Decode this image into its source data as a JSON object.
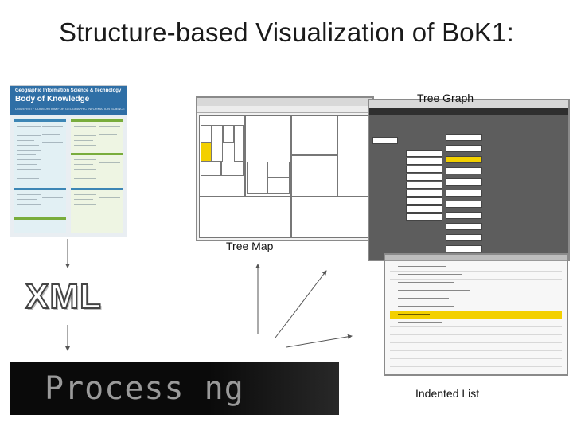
{
  "title": "Structure-based Visualization of BoK1:",
  "labels": {
    "tree_graph": "Tree Graph",
    "tree_map": "Tree Map",
    "indented_list": "Indented List",
    "xml": "XML",
    "processing": "Process ng"
  },
  "poster": {
    "top_line": "Geographic Information Science & Technology",
    "main_title": "Body of Knowledge",
    "subtitle": "UNIVERSITY CONSORTIUM FOR GEOGRAPHIC INFORMATION SCIENCE"
  },
  "colors": {
    "highlight": "#f3d000",
    "poster_header": "#2f6fa6",
    "tree_graph_bg": "#5d5d5d"
  }
}
